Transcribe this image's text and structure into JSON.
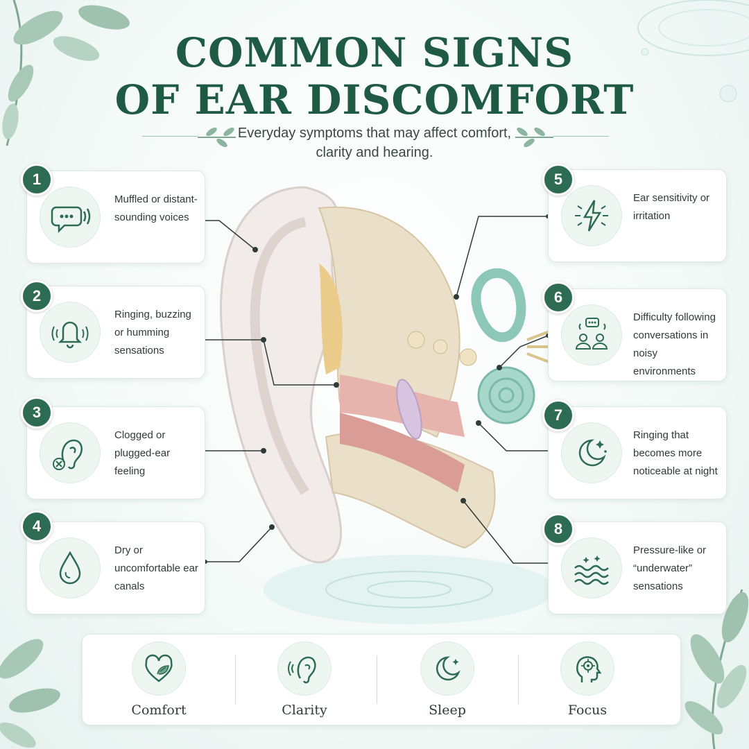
{
  "header": {
    "title_line1": "COMMON SIGNS",
    "title_line2": "OF EAR DISCOMFORT",
    "subtitle": "Everyday symptoms that may affect comfort, clarity and hearing."
  },
  "symptoms": [
    {
      "number": "1",
      "text": "Muffled or distant-sounding voices",
      "icon": "speech-bubble-sound-icon"
    },
    {
      "number": "2",
      "text": "Ringing, buzzing or humming sensations",
      "icon": "bell-icon"
    },
    {
      "number": "3",
      "text": "Clogged or plugged-ear feeling",
      "icon": "ear-blocked-icon"
    },
    {
      "number": "4",
      "text": "Dry or uncomfortable ear canals",
      "icon": "droplet-icon"
    },
    {
      "number": "5",
      "text": "Ear sensitivity or irritation",
      "icon": "lightning-bolt-icon"
    },
    {
      "number": "6",
      "text": "Difficulty following conversations in noisy environments",
      "icon": "people-talking-icon"
    },
    {
      "number": "7",
      "text": "Ringing that becomes more noticeable at night",
      "icon": "moon-stars-icon"
    },
    {
      "number": "8",
      "text": "Pressure-like or “underwater” sensations",
      "icon": "waves-icon"
    }
  ],
  "benefits": [
    {
      "label": "Comfort",
      "icon": "heart-leaf-icon"
    },
    {
      "label": "Clarity",
      "icon": "ear-sound-icon"
    },
    {
      "label": "Sleep",
      "icon": "moon-icon"
    },
    {
      "label": "Focus",
      "icon": "head-target-icon"
    }
  ],
  "colors": {
    "primary_green": "#1f5a45",
    "badge_green": "#2d6b52",
    "icon_bg": "#eef6f2",
    "card_bg": "#ffffff"
  }
}
